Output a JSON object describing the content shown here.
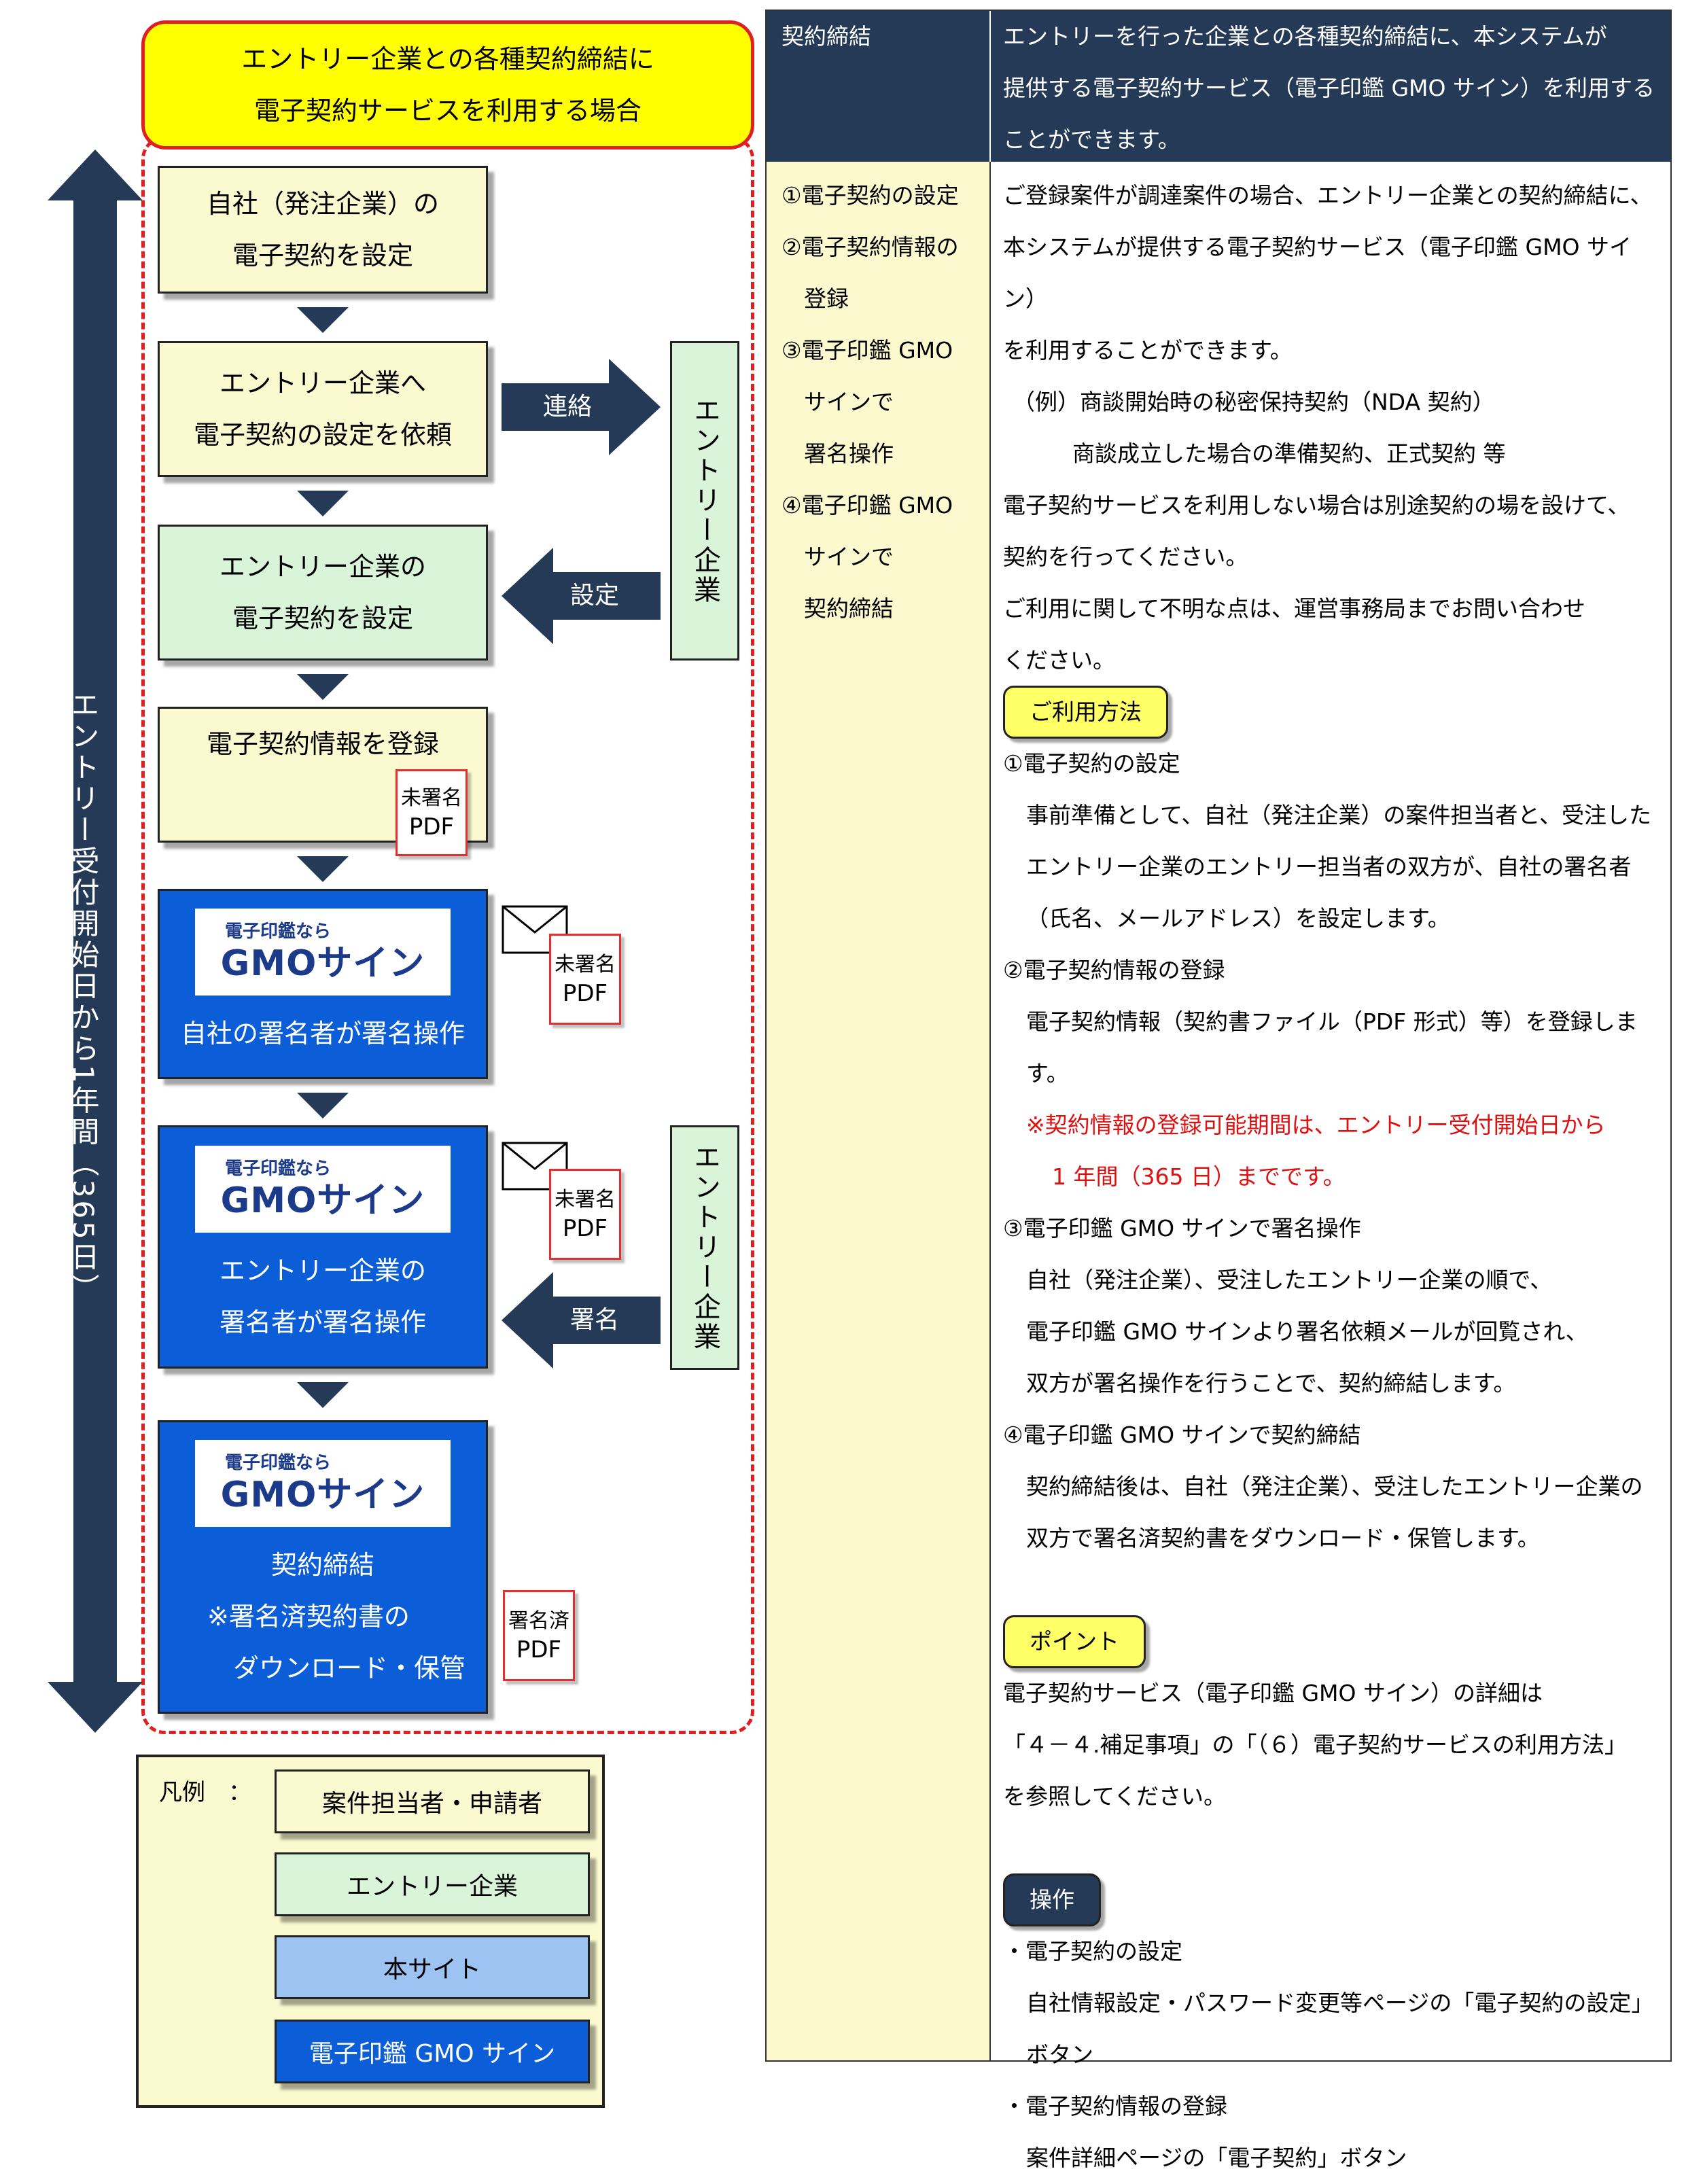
{
  "header_box": {
    "line1": "エントリー企業との各種契約締結に",
    "line2": "電子契約サービスを利用する場合"
  },
  "vertical_arrow_label": "エントリー受付開始日から1年間（365日）",
  "flow": {
    "step1": {
      "line1": "自社（発注企業）の",
      "line2": "電子契約を設定"
    },
    "step2": {
      "line1": "エントリー企業へ",
      "line2": "電子契約の設定を依頼"
    },
    "step3": {
      "line1": "エントリー企業の",
      "line2": "電子契約を設定"
    },
    "step4": {
      "line1": "電子契約情報を登録"
    },
    "step5": {
      "line1": "自社の署名者が署名操作"
    },
    "step6": {
      "line1": "エントリー企業の",
      "line2": "署名者が署名操作"
    },
    "step7": {
      "line1": "契約締結",
      "line2": "※署名済契約書の",
      "line3": "ダウンロード・保管"
    },
    "arrow_contact": "連絡",
    "arrow_setting": "設定",
    "arrow_sign": "署名",
    "entry_box_label": "エントリー企業",
    "logo": {
      "small": "電子印鑑なら",
      "big": "GMOサイン"
    },
    "pdf_unsigned": {
      "line1": "未署名",
      "line2": "PDF"
    },
    "pdf_signed": {
      "line1": "署名済",
      "line2": "PDF"
    }
  },
  "legend": {
    "title": "凡例　：",
    "items": [
      "案件担当者・申請者",
      "エントリー企業",
      "本サイト",
      "電子印鑑 GMO サイン"
    ]
  },
  "colors": {
    "navy": "#253a56",
    "yellow_box": "#fbf9d0",
    "green_box": "#d9f4d9",
    "gmo_blue": "#0b5ed7",
    "site_blue": "#9dc3f2",
    "red_dash": "#e02020",
    "header_yellow": "#ffff00"
  },
  "table": {
    "header_left": "契約締結",
    "header_right": [
      "エントリーを行った企業との各種契約締結に、本システムが",
      "提供する電子契約サービス（電子印鑑 GMO サイン）を利用する",
      "ことができます。"
    ],
    "left_items": [
      "①電子契約の設定",
      "②電子契約情報の",
      "　登録",
      "③電子印鑑 GMO",
      "　サインで",
      "　署名操作",
      "④電子印鑑 GMO",
      "　サインで",
      "　契約締結"
    ],
    "intro": [
      "ご登録案件が調達案件の場合、エントリー企業との契約締結に、",
      "本システムが提供する電子契約サービス（電子印鑑 GMO サイン）",
      "を利用することができます。",
      "（例）商談開始時の秘密保持契約（NDA 契約）",
      "商談成立した場合の準備契約、正式契約 等",
      "電子契約サービスを利用しない場合は別途契約の場を設けて、",
      "契約を行ってください。",
      "ご利用に関して不明な点は、運営事務局までお問い合わせ",
      "ください。"
    ],
    "usage_pill": "ご利用方法",
    "usage": [
      {
        "h": "①電子契約の設定",
        "t": [
          "事前準備として、自社（発注企業）の案件担当者と、受注した",
          "エントリー企業のエントリー担当者の双方が、自社の署名者",
          "（氏名、メールアドレス）を設定します。"
        ]
      },
      {
        "h": "②電子契約情報の登録",
        "t": [
          "電子契約情報（契約書ファイル（PDF 形式）等）を登録します。"
        ],
        "red": [
          "※契約情報の登録可能期間は、エントリー受付開始日から",
          "1 年間（365 日）までです。"
        ]
      },
      {
        "h": "③電子印鑑 GMO サインで署名操作",
        "t": [
          "自社（発注企業）、受注したエントリー企業の順で、",
          "電子印鑑 GMO サインより署名依頼メールが回覧され、",
          "双方が署名操作を行うことで、契約締結します。"
        ]
      },
      {
        "h": "④電子印鑑 GMO サインで契約締結",
        "t": [
          "契約締結後は、自社（発注企業）、受注したエントリー企業の",
          "双方で署名済契約書をダウンロード・保管します。"
        ]
      }
    ],
    "point_pill": "ポイント",
    "point": [
      "電子契約サービス（電子印鑑 GMO サイン）の詳細は",
      "「４－４.補足事項」の「（６）電子契約サービスの利用方法」",
      "を参照してください。"
    ],
    "op_pill": "操作",
    "ops": [
      {
        "h": "・電子契約の設定",
        "t": [
          "自社情報設定・パスワード変更等ページの「電子契約の設定」",
          "ボタン"
        ]
      },
      {
        "h": "・電子契約情報の登録",
        "t": [
          "案件詳細ページの「電子契約」ボタン"
        ]
      }
    ]
  }
}
